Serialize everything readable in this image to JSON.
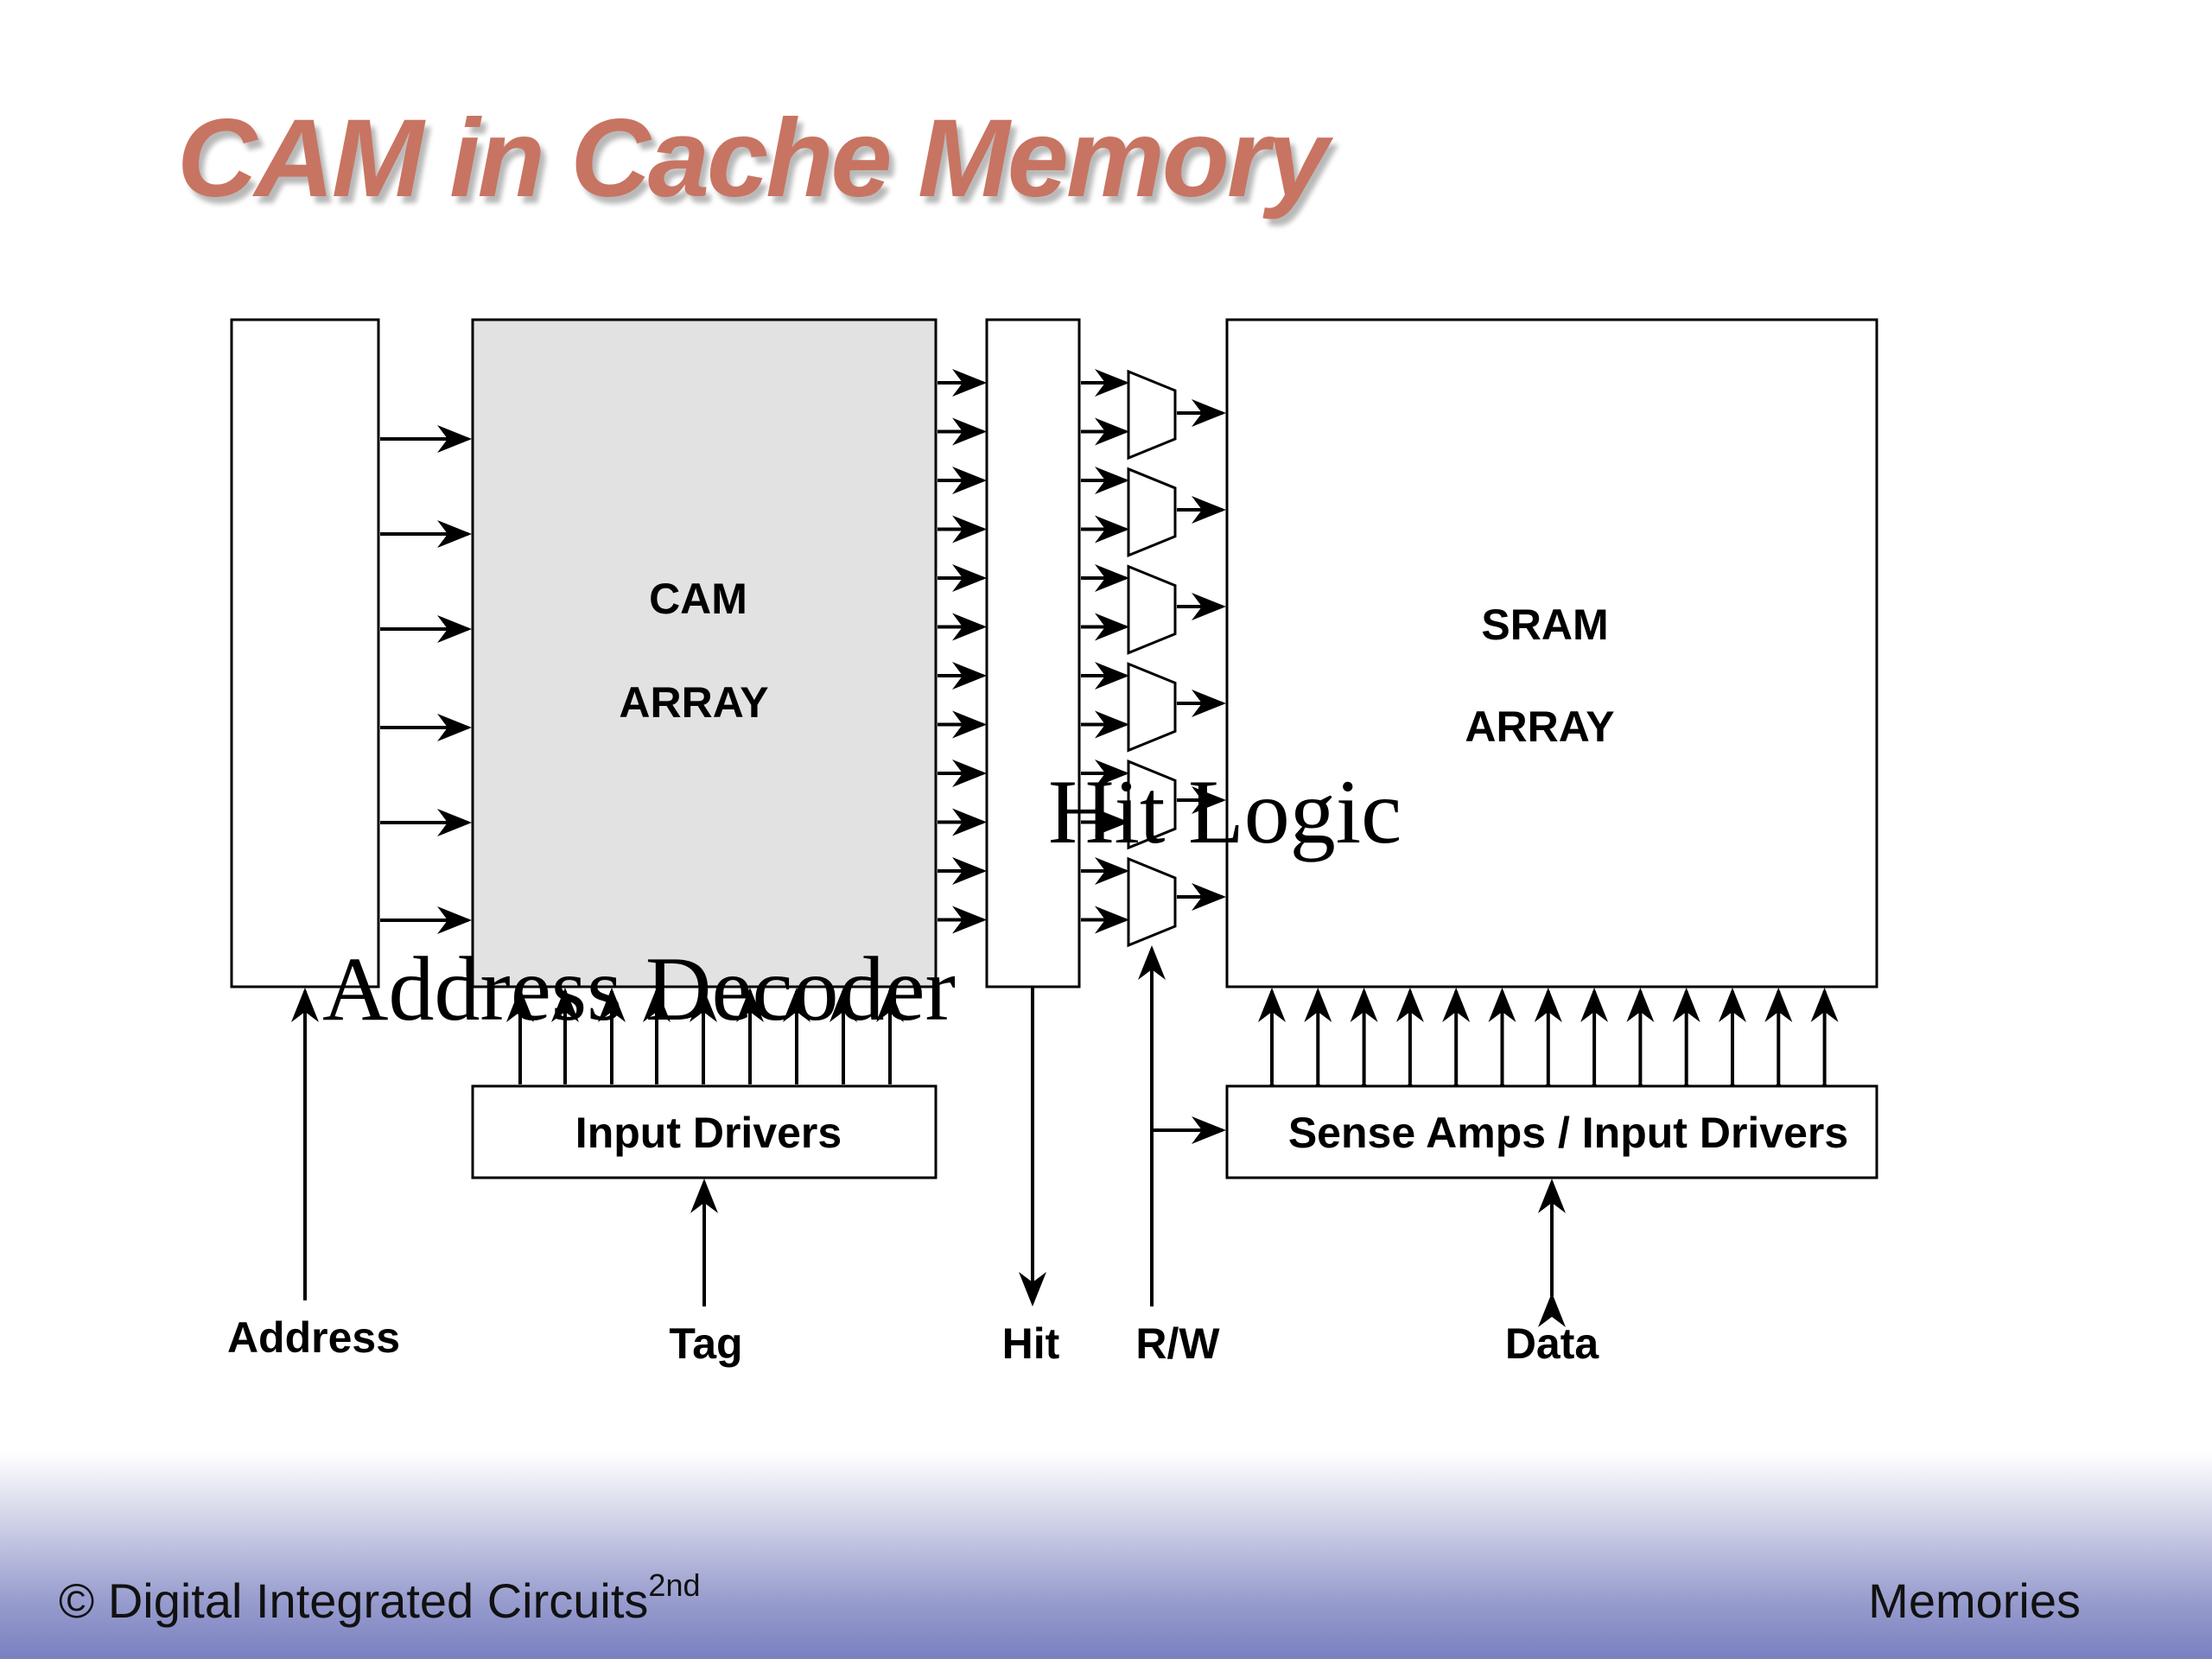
{
  "slide": {
    "title": "CAM in Cache Memory"
  },
  "diagram": {
    "blocks": {
      "address_decoder": "Address Decoder",
      "cam_array_line1": "CAM",
      "cam_array_line2": "ARRAY",
      "hit_logic": "Hit Logic",
      "sram_array_line1": "SRAM",
      "sram_array_line2": "ARRAY",
      "input_drivers": "Input Drivers",
      "sense_amps": "Sense Amps / Input Drivers"
    },
    "signals": {
      "address": "Address",
      "tag": "Tag",
      "hit": "Hit",
      "rw": "R/W",
      "data": "Data"
    },
    "colors": {
      "title": "#c87462",
      "cam_fill": "#e2e2e2",
      "footer_band": "#7a80c0"
    }
  },
  "footer": {
    "left": "© Digital Integrated Circuits",
    "left_sup": "2nd",
    "right": "Memories"
  }
}
